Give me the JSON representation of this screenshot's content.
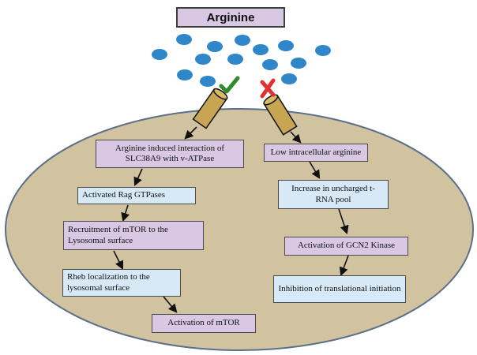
{
  "title": "Arginine",
  "left_pathway": [
    "Arginine induced interaction of SLC38A9 with v-ATPase",
    "Activated Rag GTPases",
    "Recruitment of mTOR to the Lysosomal surface",
    "Rheb localization to the lysosomal surface",
    "Activation of mTOR"
  ],
  "right_pathway": [
    "Low intracellular arginine",
    "Increase in uncharged t-RNA pool",
    "Activation of GCN2 Kinase",
    "Inhibition of translational initiation"
  ],
  "colors": {
    "cell": "#d2c3a0",
    "cell_border": "#5a6f88",
    "molecule": "#2f86c8",
    "transporter": "#c8a553",
    "check": "#2e8b2e",
    "cross": "#e03030",
    "box_purple": "#d9c8e3",
    "box_blue": "#d7e8f6"
  },
  "icons": [
    "check-icon",
    "cross-icon",
    "arginine-molecule-icon",
    "transporter-icon",
    "arrow-icon"
  ]
}
